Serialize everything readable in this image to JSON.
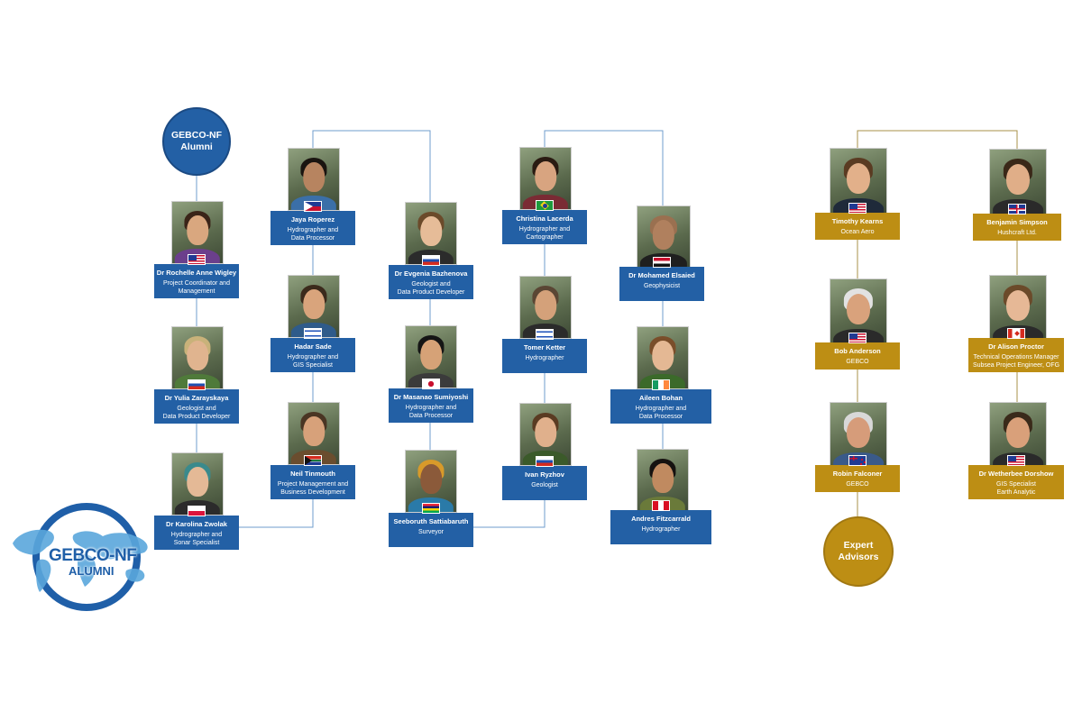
{
  "alumni_circle": {
    "line1": "GEBCO-NF",
    "line2": "Alumni"
  },
  "advisors_circle": {
    "line1": "Expert",
    "line2": "Advisors"
  },
  "logo": {
    "line1": "GEBCO-NF",
    "line2": "ALUMNI"
  },
  "colors": {
    "alumni": "#2360a5",
    "advisors": "#bd8e14",
    "connector_alumni": "#6f9ccc",
    "connector_advisors": "#a8904a"
  },
  "alumni": [
    {
      "name": "Dr Rochelle Anne Wigley",
      "role": "Project Coordinator and\nManagement",
      "flag": "us",
      "country": "United States"
    },
    {
      "name": "Dr Yulia Zarayskaya",
      "role": "Geologist and\nData Product Developer",
      "flag": "ru",
      "country": "Russia"
    },
    {
      "name": "Dr Karolina Zwolak",
      "role": "Hydrographer and\nSonar Specialist",
      "flag": "pl",
      "country": "Poland"
    },
    {
      "name": "Jaya Roperez",
      "role": "Hydrographer and\nData Processor",
      "flag": "ph",
      "country": "Philippines"
    },
    {
      "name": "Hadar Sade",
      "role": "Hydrographer and\nGIS Specialist",
      "flag": "il",
      "country": "Israel"
    },
    {
      "name": "Neil Tinmouth",
      "role": "Project Management and\nBusiness Development",
      "flag": "za",
      "country": "South Africa"
    },
    {
      "name": "Dr Evgenia Bazhenova",
      "role": "Geologist and\nData Product Developer",
      "flag": "ru",
      "country": "Russia"
    },
    {
      "name": "Dr Masanao Sumiyoshi",
      "role": "Hydrographer and\nData Processor",
      "flag": "jp",
      "country": "Japan"
    },
    {
      "name": "Seeboruth Sattiabaruth",
      "role": "Surveyor",
      "flag": "mu",
      "country": "Mauritius"
    },
    {
      "name": "Christina Lacerda",
      "role": "Hydrographer and\nCartographer",
      "flag": "br",
      "country": "Brazil"
    },
    {
      "name": "Tomer Ketter",
      "role": "Hydrographer",
      "flag": "il",
      "country": "Israel"
    },
    {
      "name": "Ivan Ryzhov",
      "role": "Geologist",
      "flag": "ru",
      "country": "Russia"
    },
    {
      "name": "Dr Mohamed Elsaied",
      "role": "Geophysicist",
      "flag": "eg",
      "country": "Egypt"
    },
    {
      "name": "Aileen Bohan",
      "role": "Hydrographer and\nData Processor",
      "flag": "ie",
      "country": "Ireland"
    },
    {
      "name": "Andres Fitzcarrald",
      "role": "Hydrographer",
      "flag": "pe",
      "country": "Peru"
    }
  ],
  "advisors": [
    {
      "name": "Timothy Kearns",
      "role": "Ocean Aero",
      "flag": "us",
      "country": "United States"
    },
    {
      "name": "Bob Anderson",
      "role": "GEBCO",
      "flag": "us",
      "country": "United States"
    },
    {
      "name": "Robin Falconer",
      "role": "GEBCO",
      "flag": "nz",
      "country": "New Zealand"
    },
    {
      "name": "Benjamin Simpson",
      "role": "Hushcraft Ltd.",
      "flag": "gb",
      "country": "United Kingdom"
    },
    {
      "name": "Dr Alison Proctor",
      "role": "Technical Operations Manager\nSubsea Project Engineer, OFG",
      "flag": "ca",
      "country": "Canada"
    },
    {
      "name": "Dr Wetherbee Dorshow",
      "role": "GIS Specialist\nEarth Analytic",
      "flag": "us",
      "country": "United States"
    }
  ]
}
